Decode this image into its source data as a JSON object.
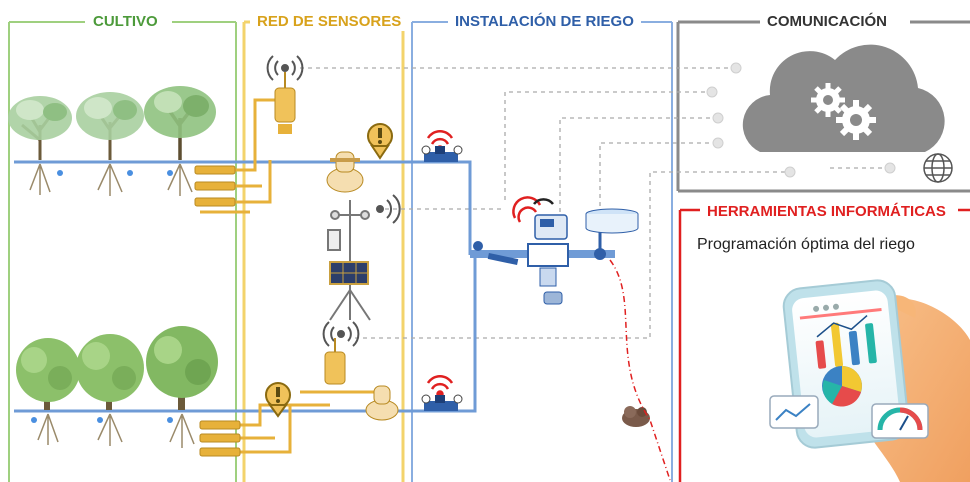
{
  "sections": {
    "cultivo": "CULTIVO",
    "red_sensores": "RED DE SENSORES",
    "instalacion_riego": "INSTALACIÓN DE RIEGO",
    "comunicacion": "COMUNICACIÓN",
    "herramientas": "HERRAMIENTAS INFORMÁTICAS"
  },
  "herramientas_caption": "Programación óptima del riego",
  "colors": {
    "cultivo": "#4c9a3a",
    "red_sensores": "#d8a21c",
    "instalacion_riego": "#2f5fa8",
    "comunicacion": "#333333",
    "herramientas": "#e02020",
    "cloud": "#8a8a8a",
    "pipe": "#6f9bd6"
  },
  "icons": [
    "tree-icon",
    "sensor-probe-icon",
    "wifi-icon",
    "weather-station-icon",
    "solar-panel-icon",
    "warning-icon",
    "valve-icon",
    "pump-icon",
    "water-tank-icon",
    "controller-icon",
    "cloud-icon",
    "gear-icon",
    "globe-icon",
    "smartphone-icon",
    "bar-chart-icon",
    "pie-chart-icon",
    "gauge-icon",
    "soil-icon"
  ]
}
